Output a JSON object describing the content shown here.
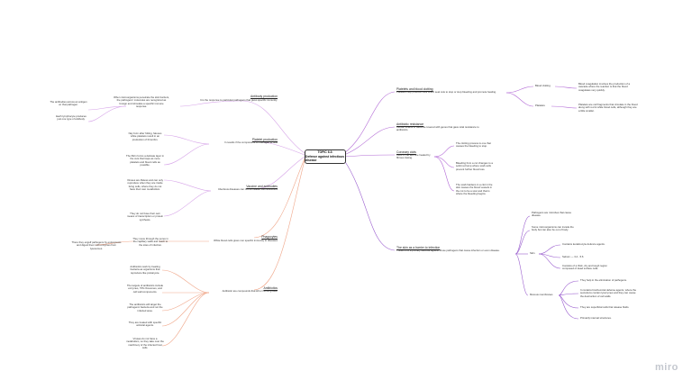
{
  "center": {
    "line1": "TOPIC 6.3:",
    "line2": "Defence against infectious disease"
  },
  "left": {
    "antibody_production": {
      "title": "Antibody production",
      "desc": "It is the response to particular pathogens that gives specific immunity.",
      "sub": "When microorganisms penetrate the skin barriers, the pathogens' molecules are recognized as foreign and stimulate a specific immune response.",
      "leaf1": "The antibodies across an antigen on that pathogen.",
      "leaf2": "Each lymphocyte produces just one type of antibody."
    },
    "blood_clotting": {
      "title": "Platelet production",
      "desc": "In results if the components of Pathogen to flow",
      "sub1": "Nay form after hitting, fatuous white platelets result in an production of thrombin.",
      "sub2": "The fibrin forms a delicate layer in the cuts that traps as more platelets and blood cells as possible."
    },
    "vaccines": {
      "title": "Vaccine and antibodies",
      "desc": "Infectious diseases can not be treated with antibiotics",
      "sub1": "Viruses are lifeless and can only reproduce when they are inside living cells, where they do not have their own metabolism.",
      "sub2": "They do not have their own means of transcription or protein synthesis."
    },
    "phagocytes": {
      "title": "Phagocytes",
      "desc": "White blood cells gives non specific immunity to diseases",
      "sub": "They move through the pores in the capillary walls and reach to the sites of infection.",
      "leaf": "There they engulf pathogens by endocytosis and digest them with enzymes from lysosomes."
    },
    "antibiotics": {
      "title": "Antibiotics",
      "desc": "Antibiotic are compounds that kill or inhibit growth",
      "sub1": "Antibiotics work by treating bacteria as organisms that reproduce like prokaryote.",
      "sub2": "The targets of antibiotics include enzymes, 70S ribosomes, and cell wall components.",
      "sub3": "The antibiotics will target the pathogenic bacteria and not the infected area.",
      "sub4": "They are treated with specific antiviral agents.",
      "sub5": "Viruses do not have a metabolism, so they take over the machinery of the infected host cells."
    }
  },
  "right": {
    "platelets": {
      "title": "Platelets and blood clotting",
      "desc": "Platelets help produce clots which seal cuts to stop or stop bleeding and promote healing.",
      "blood_clotting": "Blood clotting",
      "blood_clotting_leaf": "Blood coagulation involves the production of a cascade where the reaction is that the blood coagulates very quickly.",
      "platelets_label": "Platelets",
      "platelets_leaf": "Platelets are cell fragments that circulate in the blood along with red & white blood cells, although they are a little smaller."
    },
    "resistance": {
      "title": "Antibiotic resistance",
      "desc": "Certain strains of bacteria covered with genes that gave total resistance to antibiotics."
    },
    "coronary": {
      "title": "Coronary clots",
      "desc": "Clots in the skin are healed by fibrous tissing.",
      "sub1": "The clotting process is one that causes the bleeding to stop.",
      "sub2": "Bleeding from a cut changes to a solid red lump where scab cells prevent further blood loss.",
      "sub3": "The scab hardens in a clot in the skin causes the blood vessels in the cut to be a scar and that is where the bleeding begins."
    },
    "skin": {
      "title": "The skin as a barrier to infection",
      "desc": "These form a primary defense against those pathogens that cause infection or even disease.",
      "sub1": "Pathogens are microbes that cause disease.",
      "sub2": "Some microorganisms can invade the body but can also be out of body.",
      "skin_label": "Skin",
      "skin_leaf1": "Contains keratinocyte defence agents.",
      "skin_leaf2": "Sebum — 3.4 - 5.6",
      "skin_leaf3": "Consists of a thick, dry and tough region composed of dead surface cells.",
      "mucous_label": "Mucous membranes",
      "mucous_leaf1": "They help in the elimination of pathogens.",
      "mucous_leaf2": "It contains biochemical defense agents, where the secretions contain lysozymes and they can cause the destruction of cell walls.",
      "mucous_leaf3": "They are superficial cells that release fluids.",
      "mucous_leaf4": "Primarily internal structures."
    }
  },
  "branding": {
    "logo": "miro"
  },
  "colors": {
    "left": "#d9aee9",
    "left_branch": "#c98be0",
    "left_lower": "#f2b196",
    "right": "#b36bd6",
    "right_lower": "#9b5fcf",
    "logo": "#c4c8cf"
  }
}
